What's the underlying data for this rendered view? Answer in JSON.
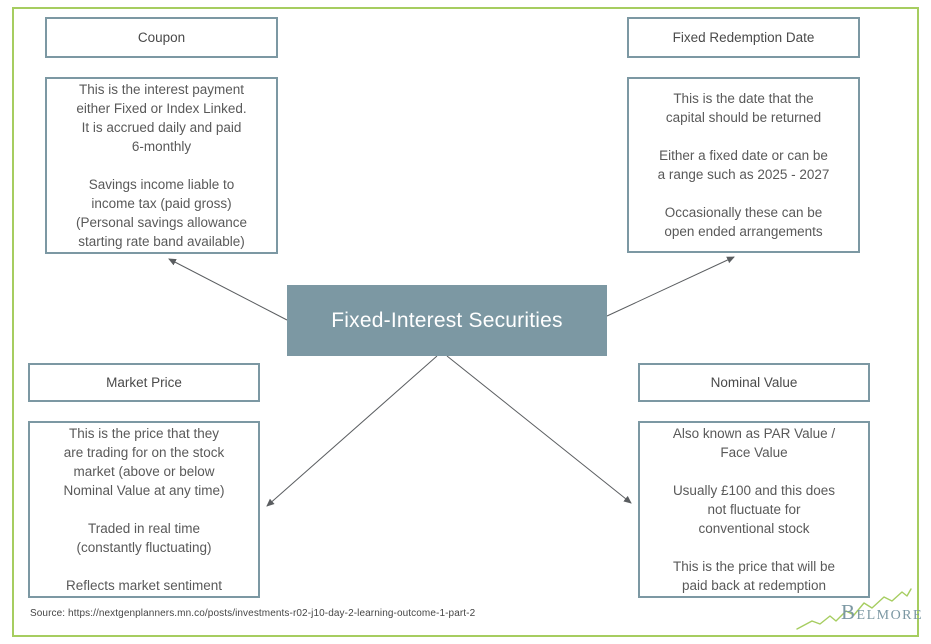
{
  "colors": {
    "accent_slate": "#7c98a3",
    "accent_green": "#a6cd60",
    "body_text": "#595959",
    "center_text": "#ffffff"
  },
  "center_node": {
    "label": "Fixed-Interest Securities"
  },
  "nodes": [
    {
      "title": "Coupon",
      "body": [
        "This is the interest payment\neither Fixed or Index Linked.\nIt is accrued daily and paid\n6-monthly",
        "Savings income liable to\nincome tax (paid gross)\n(Personal savings allowance\nstarting rate band available)"
      ]
    },
    {
      "title": "Fixed Redemption Date",
      "body": [
        "This is the date that the\ncapital should be returned",
        "Either a fixed date or can be\na range such as 2025 - 2027",
        "Occasionally these can be\nopen ended arrangements"
      ]
    },
    {
      "title": "Market Price",
      "body": [
        "This is the price that they\nare trading for on the stock\nmarket (above or below\nNominal Value at any time)",
        "Traded in real time\n(constantly fluctuating)",
        "Reflects market sentiment"
      ]
    },
    {
      "title": "Nominal Value",
      "body": [
        "Also known as PAR Value /\nFace Value",
        "Usually £100 and this does\nnot fluctuate for\nconventional stock",
        "This is the price that will be\npaid back at redemption"
      ]
    }
  ],
  "footer": {
    "source": "Source: https://nextgenplanners.mn.co/posts/investments-r02-j10-day-2-learning-outcome-1-part-2"
  },
  "logo": {
    "brand": "Belmore"
  }
}
